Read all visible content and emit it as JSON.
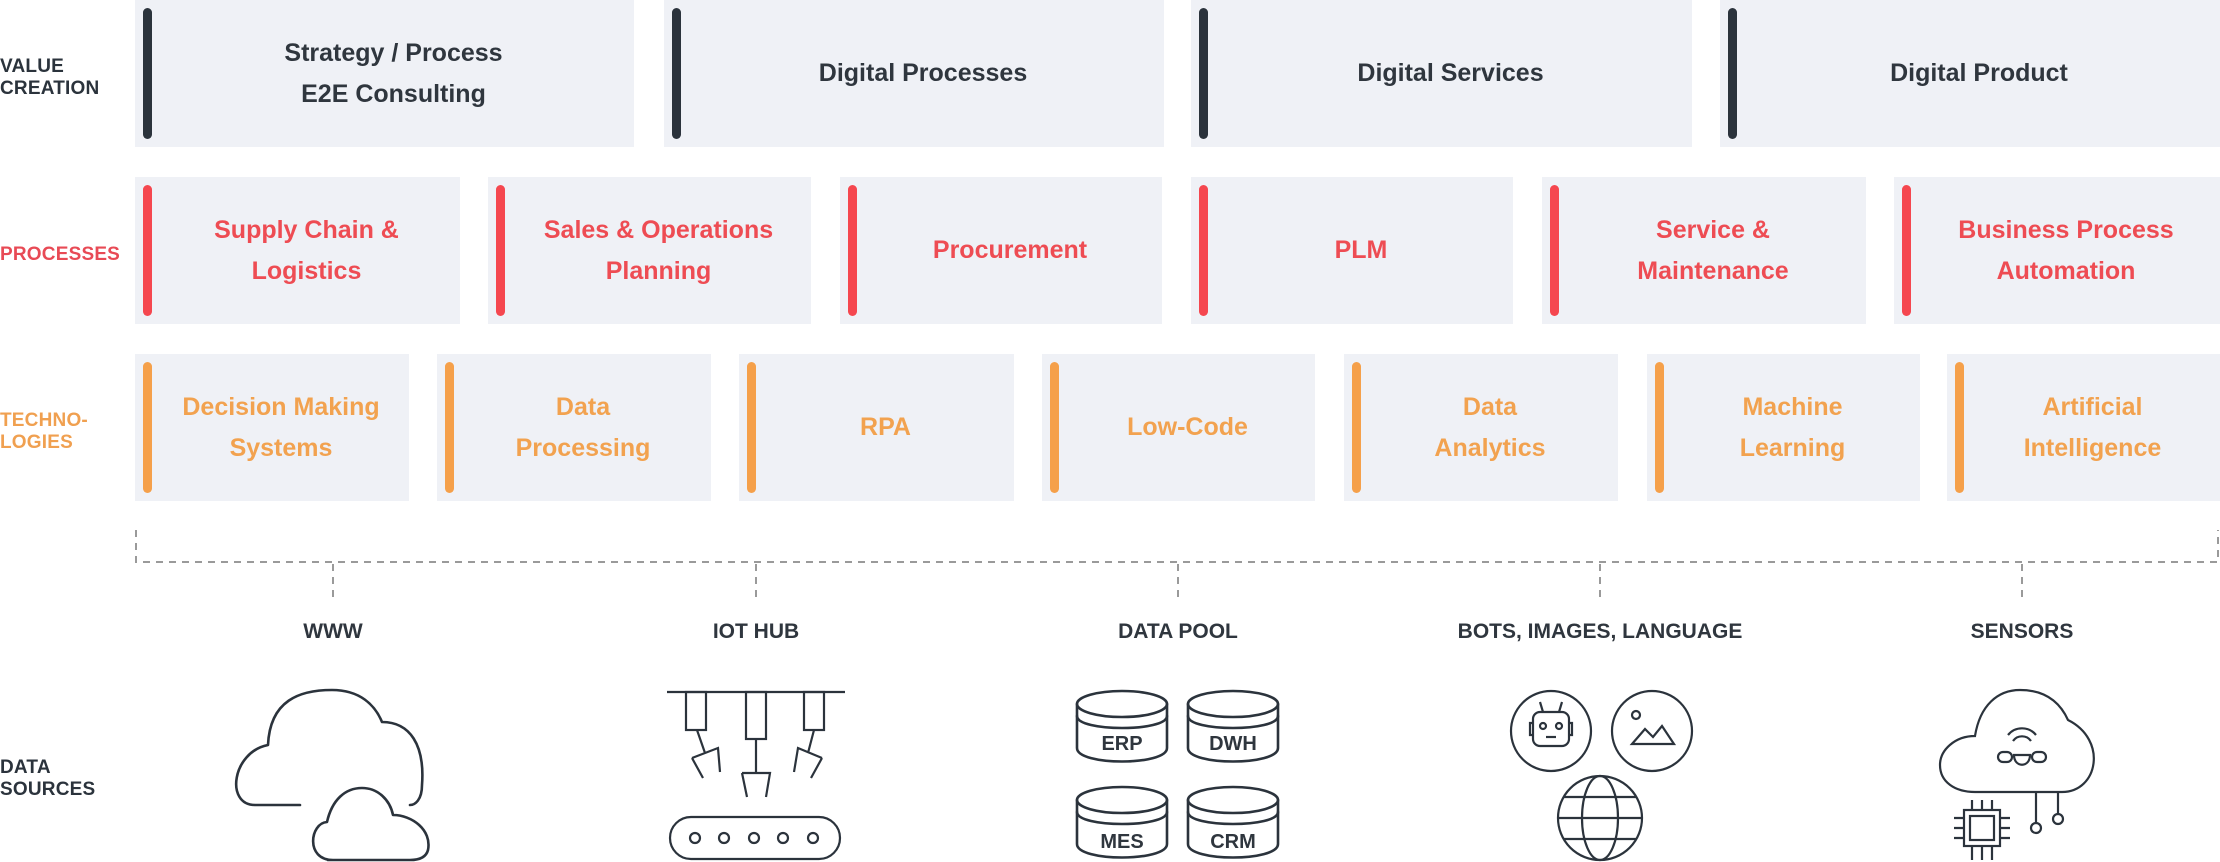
{
  "rows": {
    "value_creation": {
      "label": "VALUE\nCREATION",
      "label_color": "#2b333c",
      "accent": "#2b333c",
      "items": [
        "Strategy / Process\nE2E Consulting",
        "Digital Processes",
        "Digital Services",
        "Digital Product"
      ]
    },
    "processes": {
      "label": "PROCESSES",
      "label_color": "#e84a55",
      "accent": "#f5474f",
      "items": [
        "Supply Chain &\nLogistics",
        "Sales & Operations\nPlanning",
        "Procurement",
        "PLM",
        "Service &\nMaintenance",
        "Business Process\nAutomation"
      ]
    },
    "technologies": {
      "label": "TECHNO-\nLOGIES",
      "label_color": "#f0a050",
      "accent": "#f5a04a",
      "items": [
        "Decision Making\nSystems",
        "Data\nProcessing",
        "RPA",
        "Low-Code",
        "Data\nAnalytics",
        "Machine\nLearning",
        "Artificial\nIntelligence"
      ]
    },
    "data_sources": {
      "label": "DATA\nSOURCES",
      "label_color": "#2b333c"
    }
  },
  "sources": [
    {
      "label": "WWW",
      "icon": "cloud-icon"
    },
    {
      "label": "IOT HUB",
      "icon": "robotic-arm-conveyor-icon"
    },
    {
      "label": "DATA POOL",
      "icon": "database-icon",
      "databases": [
        "ERP",
        "DWH",
        "MES",
        "CRM"
      ]
    },
    {
      "label": "BOTS, IMAGES, LANGUAGE",
      "icon": "robot-image-globe-icon"
    },
    {
      "label": "SENSORS",
      "icon": "cloud-sensor-chip-icon"
    }
  ],
  "colors": {
    "card_bg": "#eff1f6",
    "dark": "#2b333c",
    "red": "#f5474f",
    "orange": "#f5a04a",
    "connector": "#9a9a9a"
  }
}
